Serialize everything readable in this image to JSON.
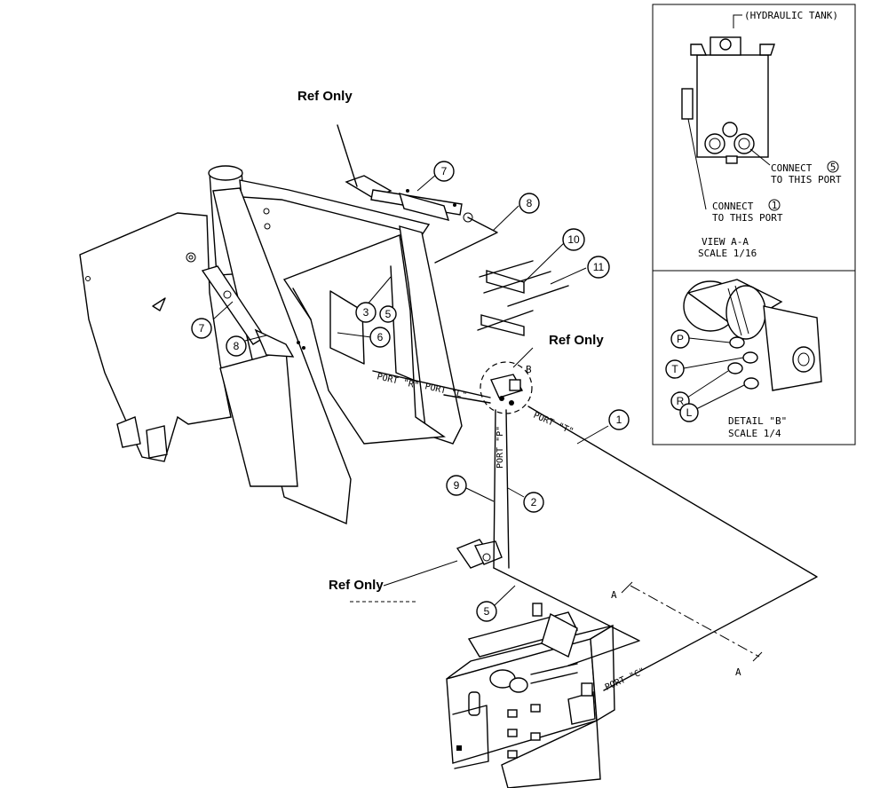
{
  "labels": {
    "ref_only_top": "Ref Only",
    "ref_only_right": "Ref Only",
    "ref_only_bottom": "Ref Only",
    "hydraulic_tank": "(HYDRAULIC TANK)",
    "connect_5_a": "CONNECT",
    "connect_5_num": "5",
    "connect_5_b": "TO THIS PORT",
    "connect_1_a": "CONNECT",
    "connect_1_num": "1",
    "connect_1_b": "TO THIS PORT",
    "view_title": "VIEW A-A",
    "view_scale": "SCALE 1/16",
    "detail_title": "DETAIL \"B\"",
    "detail_scale": "SCALE 1/4",
    "detail_marker": "B",
    "section_a_upper": "A",
    "section_a_lower": "A"
  },
  "ports": {
    "r": "PORT \"R\"",
    "l": "PORT \"L\"",
    "p": "PORT \"P\"",
    "t": "PORT \"T\"",
    "c": "PORT \"C\""
  },
  "detail_ports": [
    "P",
    "T",
    "R",
    "L"
  ],
  "callouts": {
    "c1": "1",
    "c2": "2",
    "c3": "3",
    "c5a": "5",
    "c5b": "5",
    "c6": "6",
    "c7a": "7",
    "c7b": "7",
    "c8a": "8",
    "c8b": "8",
    "c9": "9",
    "c10": "10",
    "c11": "11"
  }
}
